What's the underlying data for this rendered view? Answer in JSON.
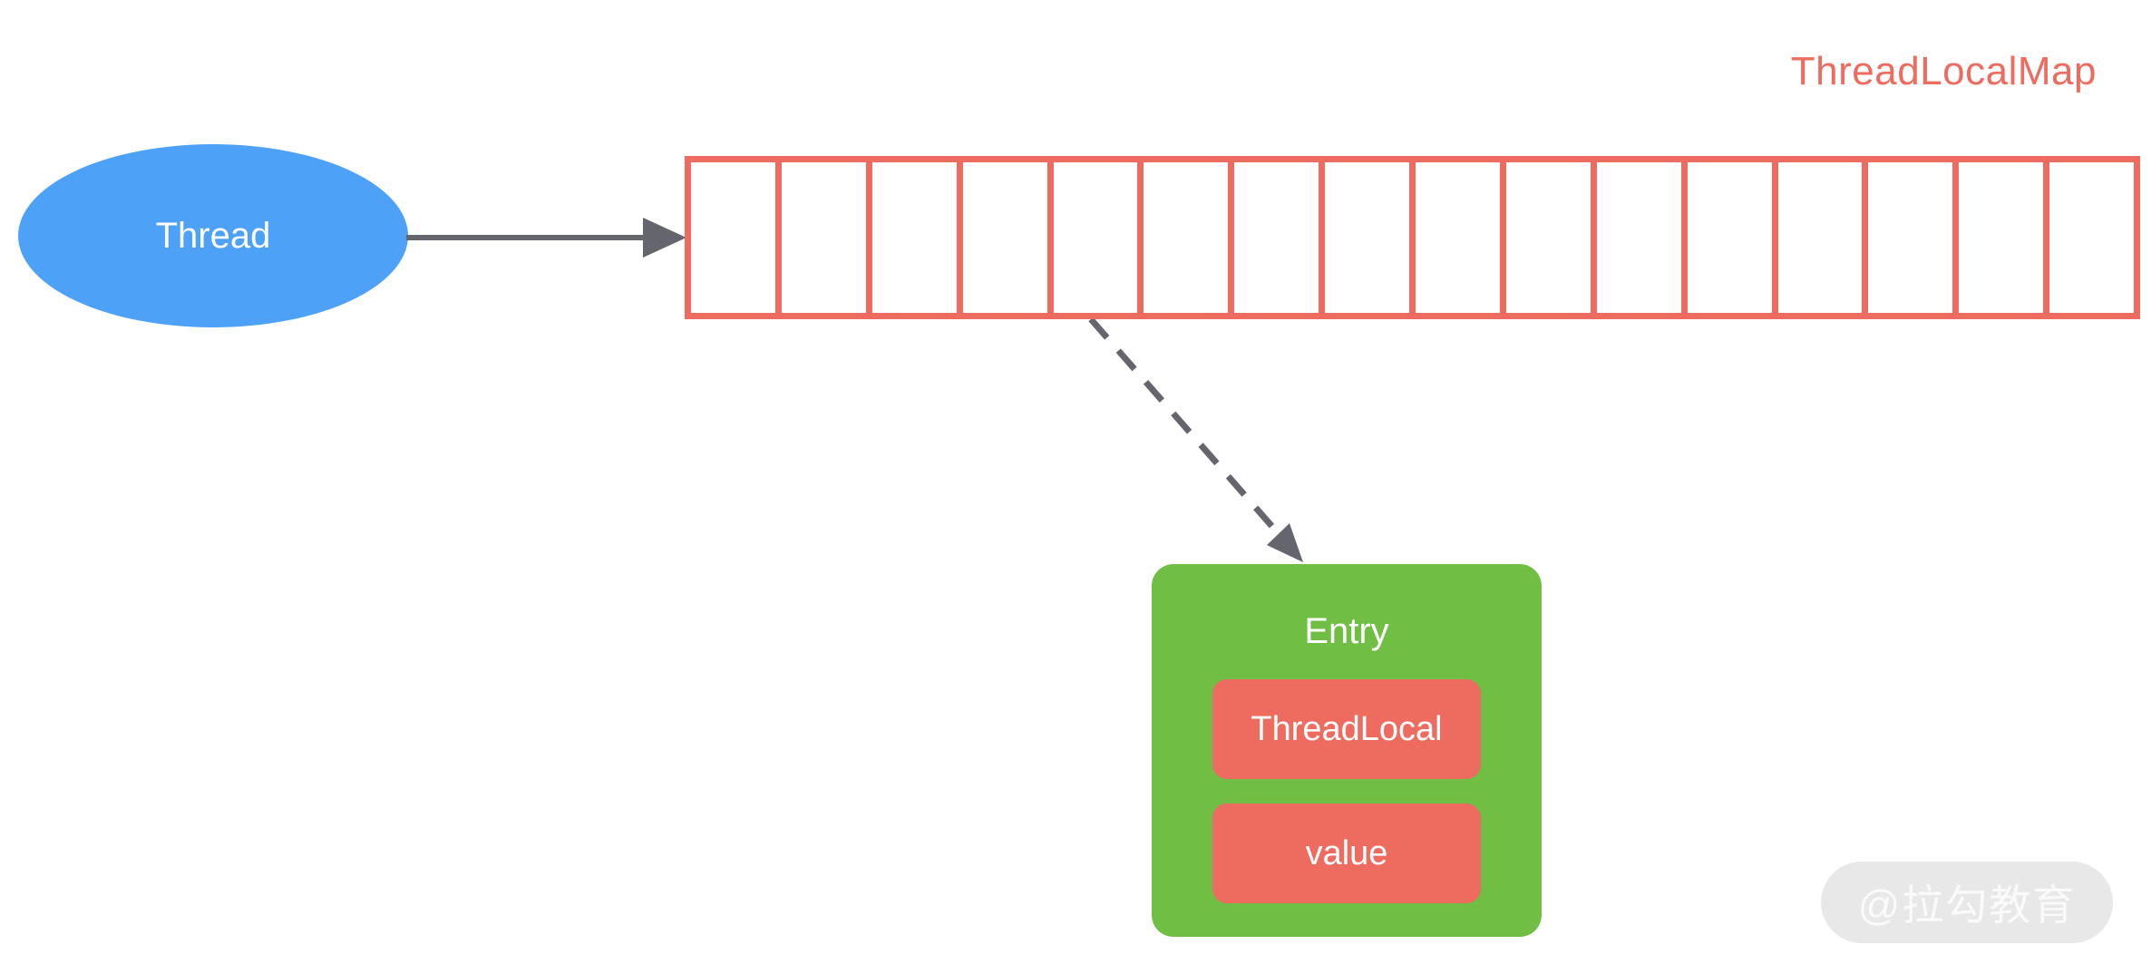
{
  "labels": {
    "map_title": "ThreadLocalMap",
    "thread": "Thread",
    "entry": "Entry",
    "threadlocal_field": "ThreadLocal",
    "value_field": "value",
    "watermark": "@拉勾教育"
  },
  "array": {
    "cell_count": 16
  },
  "colors": {
    "accent_salmon": "#ED6C5F",
    "node_blue": "#4DA2F7",
    "entry_green": "#70BE44",
    "arrow_gray": "#65656D",
    "watermark_bg": "#E8E8E8",
    "watermark_text": "#FAFAFA",
    "background": "#FFFFFF"
  }
}
